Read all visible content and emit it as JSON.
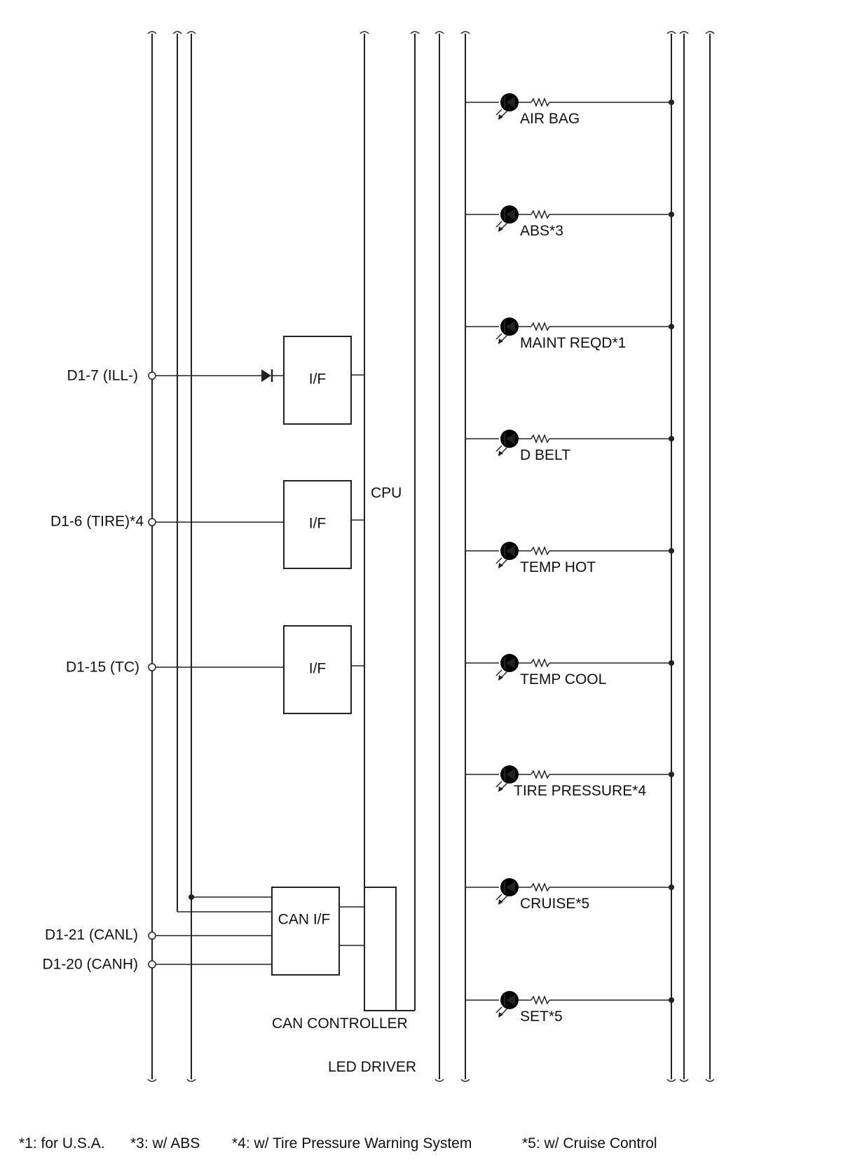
{
  "terminals": [
    {
      "label": "D1-7 (ILL-)"
    },
    {
      "label": "D1-6 (TIRE)*4"
    },
    {
      "label": "D1-15 (TC)"
    },
    {
      "label": "D1-21 (CANL)"
    },
    {
      "label": "D1-20 (CANH)"
    }
  ],
  "blocks": {
    "interface_label": "I/F",
    "can_if_label": "CAN I/F",
    "cpu_label": "CPU",
    "can_controller_label": "CAN CONTROLLER",
    "led_driver_label": "LED DRIVER"
  },
  "indicators": [
    {
      "label": "AIR BAG"
    },
    {
      "label": "ABS*3"
    },
    {
      "label": "MAINT REQD*1"
    },
    {
      "label": "D BELT"
    },
    {
      "label": "TEMP HOT"
    },
    {
      "label": "TEMP COOL"
    },
    {
      "label": "TIRE PRESSURE*4"
    },
    {
      "label": "CRUISE*5"
    },
    {
      "label": "SET*5"
    }
  ],
  "footnotes": [
    "*1: for U.S.A.",
    "*3: w/ ABS",
    "*4: w/ Tire Pressure Warning System",
    "*5: w/ Cruise Control"
  ]
}
